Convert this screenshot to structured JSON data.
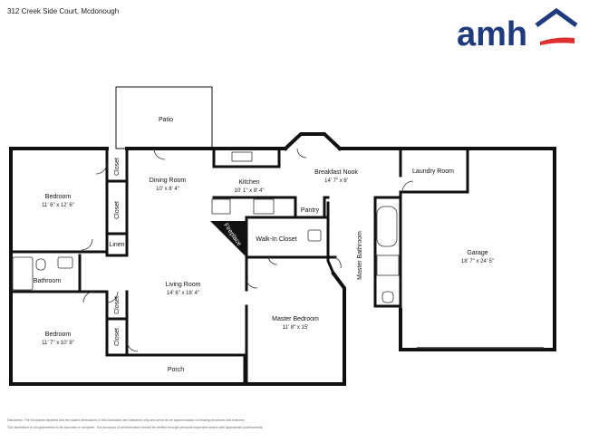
{
  "header": {
    "address": "312 Creek Side Court, Mcdonough"
  },
  "brand": {
    "logo_text": "amh",
    "logo_color": "#1f3a7d",
    "accent_color": "#e03131"
  },
  "rooms": {
    "patio": {
      "name": "Patio"
    },
    "dining": {
      "name": "Dining Room",
      "dims": "10' x 8' 4\""
    },
    "kitchen": {
      "name": "Kitchen",
      "dims": "10' 1\" x 8' 4\""
    },
    "breakfast": {
      "name": "Breakfast Nook",
      "dims": "14' 7\" x 8'"
    },
    "laundry": {
      "name": "Laundry Room"
    },
    "bedroom1": {
      "name": "Bedroom",
      "dims": "11' 6\" x 12' 6\""
    },
    "closet_a": {
      "name": "Closet"
    },
    "closet_b": {
      "name": "Closet"
    },
    "linen": {
      "name": "Linen"
    },
    "pantry": {
      "name": "Pantry"
    },
    "fireplace": {
      "name": "Fireplace"
    },
    "walkin": {
      "name": "Walk-In Closet"
    },
    "bathroom": {
      "name": "Bathroom"
    },
    "master_bath": {
      "name": "Master Bathroom"
    },
    "garage": {
      "name": "Garage",
      "dims": "18' 7\" x 24' 5\""
    },
    "living": {
      "name": "Living Room",
      "dims": "14' 6\" x 16' 4\""
    },
    "closet_c": {
      "name": "Closet"
    },
    "closet_d": {
      "name": "Closet"
    },
    "master_bed": {
      "name": "Master Bedroom",
      "dims": "11' 8\" x 15'"
    },
    "bedroom2": {
      "name": "Bedroom",
      "dims": "11' 7\" x 10' 8\""
    },
    "porch": {
      "name": "Porch"
    }
  },
  "footer": {
    "disclaimer_1": "Disclaimer: The floorplans depicted and the stated dimensions in this illustration are indicative only and serve as an approximation of existing structures and features.",
    "disclaimer_2": "This illustration is not guaranteed to be accurate or complete. The accuracy of all information should be verified through personal inspection and/or with appropriate professionals."
  }
}
